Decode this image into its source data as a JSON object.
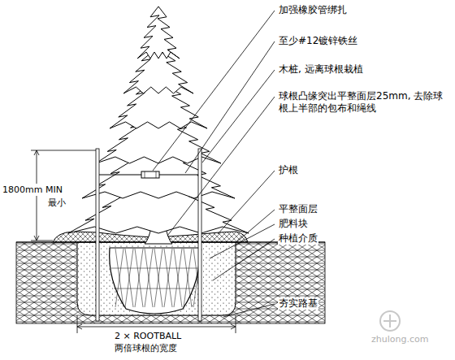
{
  "diagram": {
    "labels": [
      "加强橡胶管绑扎",
      "至少#12镀锌铁丝",
      "木桩, 远离球根栽植",
      "球根凸缘突出平整面层25mm, 去除球根上半部的包布和绳线",
      "护根",
      "平整面层",
      "肥料块",
      "种植介质",
      "夯实路基",
      "1800mm MIN",
      "最小",
      "2 × ROOTBALL",
      "两倍球根的宽度",
      "zhulong.com"
    ]
  }
}
